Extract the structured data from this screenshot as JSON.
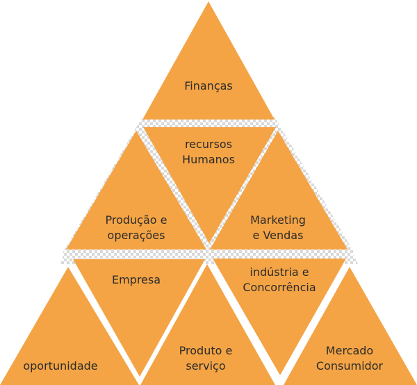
{
  "colors": {
    "triangle_fill": "#F4A445",
    "gap_pattern": "#d9d9d9",
    "text": "#2b2b2b"
  },
  "pyramid": {
    "top": {
      "lines": [
        "Finanças"
      ]
    },
    "middle_left": {
      "lines": [
        "Produção e",
        "operações"
      ]
    },
    "middle_center": {
      "lines": [
        "recursos",
        "Humanos"
      ]
    },
    "middle_right": {
      "lines": [
        "Marketing",
        "e Vendas"
      ]
    },
    "bottom_1": {
      "lines": [
        "oportunidade"
      ]
    },
    "bottom_2": {
      "lines": [
        "Empresa"
      ]
    },
    "bottom_3": {
      "lines": [
        "Produto e",
        "serviço"
      ]
    },
    "bottom_4": {
      "lines": [
        "indústria e",
        "Concorrência"
      ]
    },
    "bottom_5": {
      "lines": [
        "Mercado",
        "Consumidor"
      ]
    }
  }
}
